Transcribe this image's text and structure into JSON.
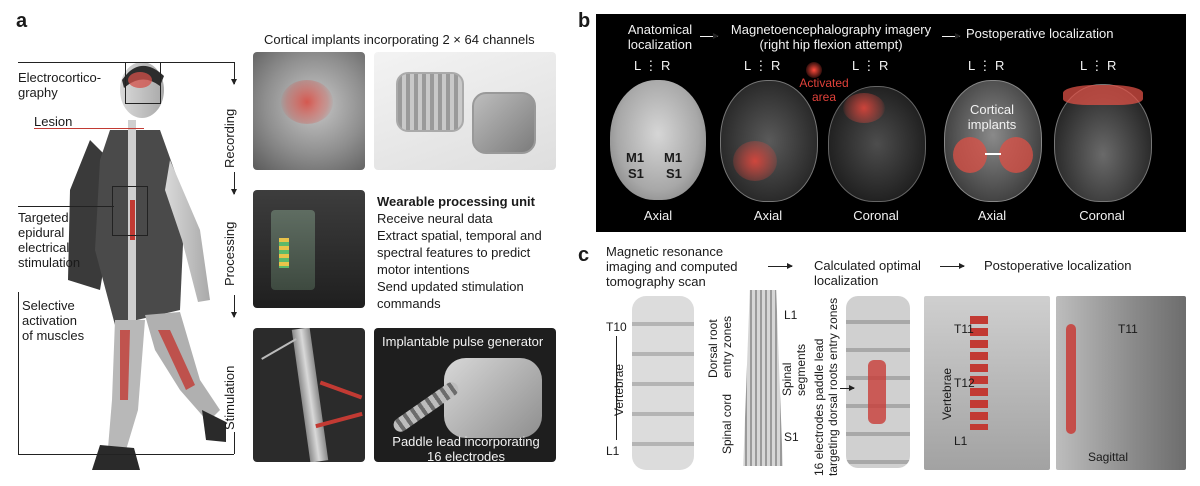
{
  "panel_a": {
    "letter": "a",
    "labels": {
      "ecog": "Electrocortico-\ngraphy",
      "lesion": "Lesion",
      "targeted": "Targeted\nepidural\nelectrical\nstimulation",
      "selective": "Selective\nactivation\nof muscles"
    },
    "stages": [
      "Recording",
      "Processing",
      "Stimulation"
    ],
    "cortical_title": "Cortical implants incorporating 2 × 64 channels",
    "wearable": {
      "title": "Wearable processing unit",
      "lines": [
        "Receive neural data",
        "Extract spatial, temporal and",
        "spectral features to predict",
        "motor intentions",
        "Send updated stimulation",
        "commands"
      ]
    },
    "pulse_generator": "Implantable pulse generator",
    "paddle_lead": "Paddle lead incorporating\n16 electrodes"
  },
  "panel_b": {
    "letter": "b",
    "headers": {
      "anatomical": "Anatomical\nlocalization",
      "meg": "Magnetoencephalography imagery\n(right hip flexion attempt)",
      "postop": "Postoperative localization"
    },
    "lr_left": "L",
    "lr_right": "R",
    "activated_area": "Activated\narea",
    "m1": "M1",
    "s1": "S1",
    "cortical_implants": "Cortical\nimplants",
    "views": [
      "Axial",
      "Axial",
      "Coronal",
      "Axial",
      "Coronal"
    ]
  },
  "panel_c": {
    "letter": "c",
    "headers": {
      "mri": "Magnetic resonance\nimaging and computed\ntomography scan",
      "calc": "Calculated optimal\nlocalization",
      "postop": "Postoperative localization"
    },
    "t10": "T10",
    "l1": "L1",
    "vertebrae": "Vertebrae",
    "dorsal_root": "Dorsal root\nentry zones",
    "spinal_cord": "Spinal cord",
    "spinal_segments": "Spinal\nsegments",
    "seg_l1": "L1",
    "seg_s1": "S1",
    "electrodes_label": "16 electrodes paddle lead\ntargeting dorsal roots entry zones",
    "t11": "T11",
    "t12": "T12",
    "xray_vertebrae": "Vertebrae",
    "xray_l1": "L1",
    "t11_sag": "T11",
    "sagittal": "Sagittal"
  }
}
